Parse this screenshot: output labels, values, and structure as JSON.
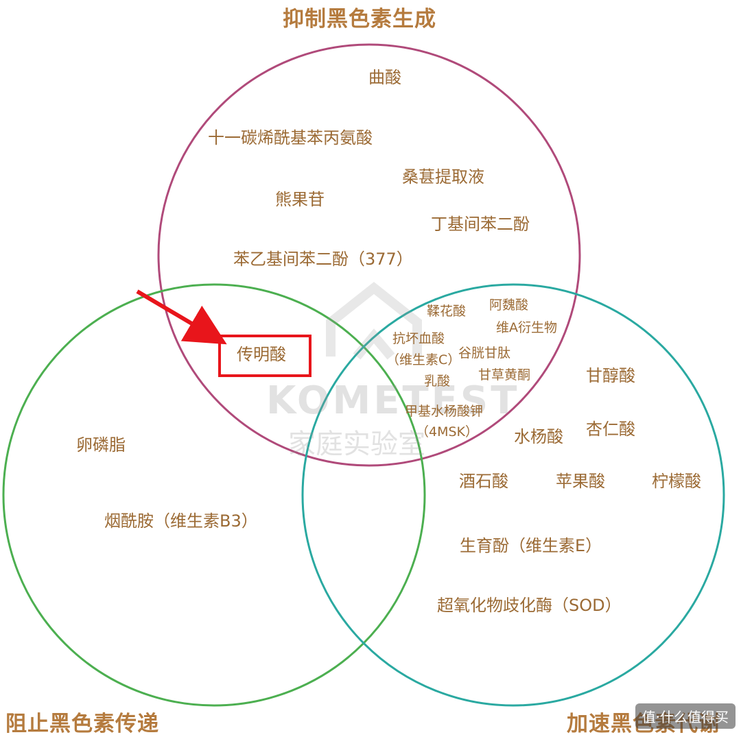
{
  "sets": {
    "inhibit": {
      "label": "抑制黑色素生成",
      "color": "#b04a7a"
    },
    "block": {
      "label": "阻止黑色素传递",
      "color": "#4caf50"
    },
    "speed": {
      "label": "加速黑色素代谢",
      "color": "#2aa9a1"
    }
  },
  "items": {
    "quqsuan": "曲酸",
    "undecylenoyl": "十一碳烯酰基苯丙氨酸",
    "mulberry": "桑葚提取液",
    "arbutin": "熊果苷",
    "butyl_resorcinol": "丁基间苯二酚",
    "phenylethyl_resorcinol": "苯乙基间苯二酚（377）",
    "tranexamic": "传明酸",
    "rouhua": "鞣花酸",
    "ferulic": "阿魏酸",
    "retinoid": "维A衍生物",
    "ascorbic_1": "抗坏血酸",
    "ascorbic_2": "（维生素C）",
    "glutathione": "谷胱甘肽",
    "lactic": "乳酸",
    "licorice": "甘草黄酮",
    "msk_1": "甲基水杨酸钾",
    "msk_2": "（4MSK）",
    "glycolic": "甘醇酸",
    "salicylic": "水杨酸",
    "mandelic": "杏仁酸",
    "tartaric": "酒石酸",
    "malic": "苹果酸",
    "citric": "柠檬酸",
    "tocopherol": "生育酚（维生素E）",
    "sod": "超氧化物歧化酶（SOD）",
    "lecithin": "卵磷脂",
    "niacinamide": "烟酰胺（维生素B3）"
  },
  "watermark": {
    "brand": "KOMETEST",
    "sub": "家庭实验室"
  },
  "badge": "值·什么值得买",
  "highlight_color": "#e8151b"
}
